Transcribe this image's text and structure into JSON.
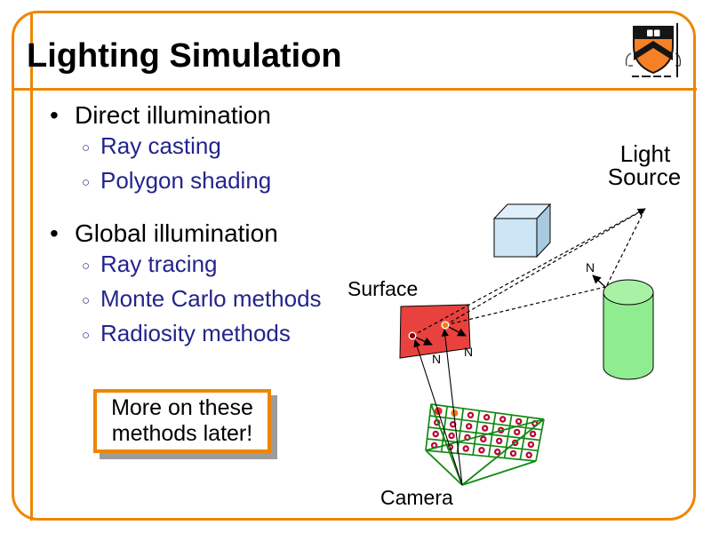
{
  "slide_title": "Lighting Simulation",
  "accent_color": "#EE8600",
  "navy_color": "#24248C",
  "bullet_char": "•",
  "sub_bullet_char": "○",
  "bullets": [
    {
      "label": "Direct illumination",
      "sub": [
        "Ray casting",
        "Polygon shading"
      ]
    },
    {
      "label": "Global illumination",
      "sub": [
        "Ray tracing",
        "Monte Carlo methods",
        "Radiosity methods"
      ]
    }
  ],
  "callout": {
    "lines": [
      "More on these",
      "methods later!"
    ]
  },
  "diagram": {
    "labels": {
      "light_line1": "Light",
      "light_line2": "Source",
      "surface": "Surface",
      "camera": "Camera",
      "normal": "N"
    },
    "colors": {
      "surface_red": "#E9423E",
      "cube_front": "#CDE6F5",
      "cube_top": "#DFF0FA",
      "cube_right": "#A9C9DE",
      "cylinder_body": "#90EC90",
      "cylinder_top": "#A9F2A5",
      "grid_green": "#128A12",
      "pixel_dot_ring": "#BB0033",
      "pixel_red": "#EE2A2A",
      "pixel_orange": "#F08018",
      "sample_orange": "#F08000",
      "sample_dark_red": "#8F0000"
    }
  },
  "logo": {
    "shield_orange": "#F58025",
    "shield_black": "#151515"
  }
}
